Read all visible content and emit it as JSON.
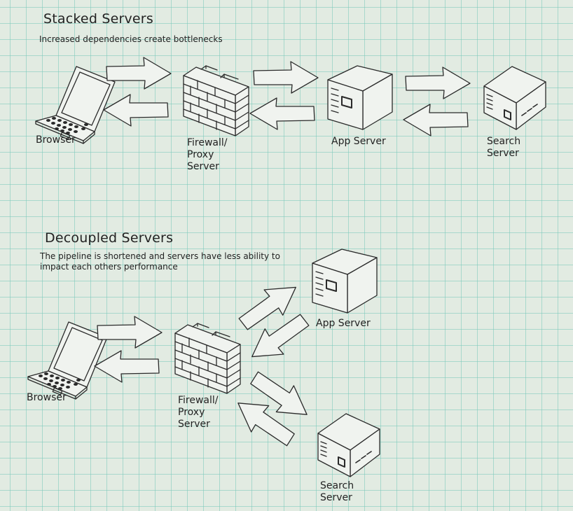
{
  "stacked": {
    "title": "Stacked Servers",
    "description": "Increased dependencies create bottlenecks",
    "browser_label": "Browser",
    "firewall_label": [
      "Firewall/",
      "Proxy",
      "Server"
    ],
    "app_label": "App Server",
    "search_label": [
      "Search",
      "Server"
    ]
  },
  "decoupled": {
    "title": "Decoupled Servers",
    "description": [
      "The pipeline is shortened and servers have less ability to",
      "impact each others performance"
    ],
    "browser_label": "Browser",
    "firewall_label": [
      "Firewall/",
      "Proxy",
      "Server"
    ],
    "app_label": "App Server",
    "search_label": [
      "Search",
      "Server"
    ]
  },
  "icons": {
    "laptop": "laptop-icon",
    "firewall": "brick-wall-icon",
    "server": "server-box-icon",
    "arrow": "hand-drawn-arrow-icon"
  },
  "colors": {
    "paper": "#e2ebe2",
    "grid": "#78c8b9",
    "ink": "#2a2a2a"
  }
}
